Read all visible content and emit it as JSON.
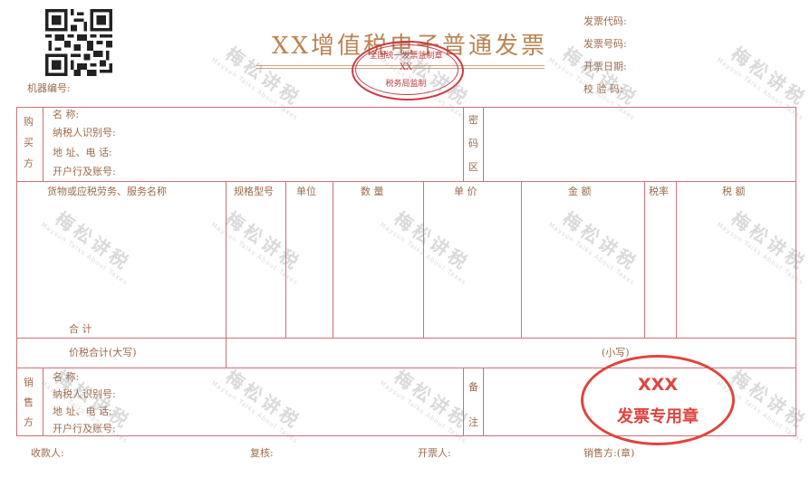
{
  "header": {
    "title": "XX增值税电子普通发票",
    "machine_no_label": "机器编号:",
    "invoice_code_label": "发票代码:",
    "invoice_number_label": "发票号码:",
    "issue_date_label": "开票日期:",
    "check_code_label": "校 验 码:"
  },
  "tax_seal": {
    "top_text": "全国统一发票监制章",
    "middle_text": "XX",
    "bottom_text": "税务局监制"
  },
  "buyer": {
    "side_label": [
      "购",
      "买",
      "方"
    ],
    "name_label": "名          称:",
    "tax_id_label": "纳税人识别号:",
    "address_label": "地  址、电  话:",
    "bank_label": "开户行及账号:"
  },
  "password_area": {
    "label": [
      "密",
      "码",
      "区"
    ]
  },
  "items_table": {
    "columns": [
      "货物或应税劳务、服务名称",
      "规格型号",
      "单位",
      "数  量",
      "单  价",
      "金  额",
      "税率",
      "税  额"
    ],
    "total_label": "合          计"
  },
  "total_row": {
    "uppercase_label": "价税合计(大写)",
    "lowercase_label": "(小写)"
  },
  "seller": {
    "side_label": [
      "销",
      "售",
      "方"
    ],
    "name_label": "名          称:",
    "tax_id_label": "纳税人识别号:",
    "address_label": "地  址、电  话:",
    "bank_label": "开户行及账号:"
  },
  "remarks": {
    "label": [
      "备",
      "注"
    ]
  },
  "invoice_seal": {
    "line1": "XXX",
    "line2": "发票专用章"
  },
  "footer": {
    "payee_label": "收款人:",
    "reviewer_label": "复核:",
    "drawer_label": "开票人:",
    "seller_label": "销售方:(章)"
  },
  "watermark": {
    "text": "梅松讲税",
    "subtext": "Maysun Talks About Taxes"
  }
}
